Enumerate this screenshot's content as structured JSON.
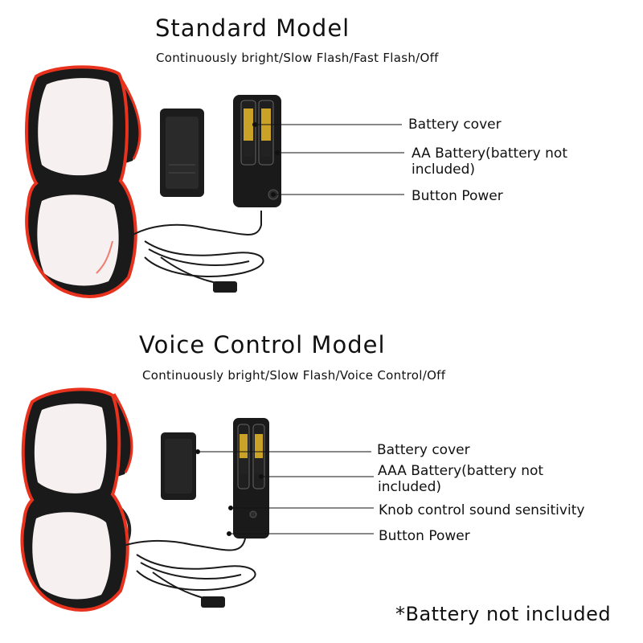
{
  "standard": {
    "title": "Standard Model",
    "subtitle": "Continuously bright/Slow Flash/Fast Flash/Off",
    "callouts": {
      "cover": "Battery cover",
      "battery": "AA Battery(battery not included)",
      "power": "Button Power"
    }
  },
  "voice": {
    "title": "Voice Control Model",
    "subtitle": "Continuously bright/Slow Flash/Voice Control/Off",
    "callouts": {
      "cover": "Battery cover",
      "battery": "AAA Battery(battery not included)",
      "knob": "Knob control sound sensitivity",
      "power": "Button Power"
    }
  },
  "footnote": "*Battery not included",
  "colors": {
    "frame": "#1a1a1a",
    "el_wire": "#e8321e",
    "lens": "#f6f0f0",
    "text": "#111111"
  }
}
